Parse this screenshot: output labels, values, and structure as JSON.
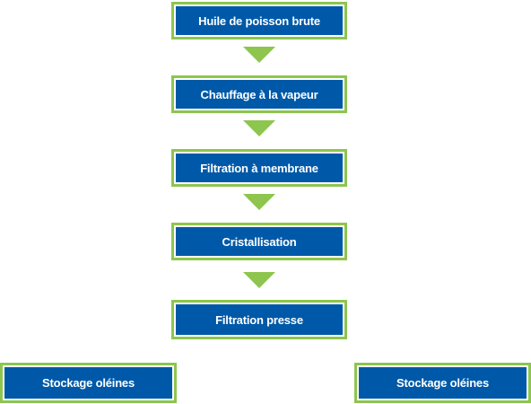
{
  "diagram": {
    "colors": {
      "box_fill": "#0059a8",
      "box_border": "#8dc54e",
      "arrow": "#8dc54e",
      "text": "#ffffff"
    },
    "steps": [
      {
        "label": "Huile de poisson brute"
      },
      {
        "label": "Chauffage à la vapeur"
      },
      {
        "label": "Filtration à membrane"
      },
      {
        "label": "Cristallisation"
      },
      {
        "label": "Filtration presse"
      }
    ],
    "outputs": [
      {
        "label": "Stockage oléines"
      },
      {
        "label": "Stockage oléines"
      }
    ]
  }
}
